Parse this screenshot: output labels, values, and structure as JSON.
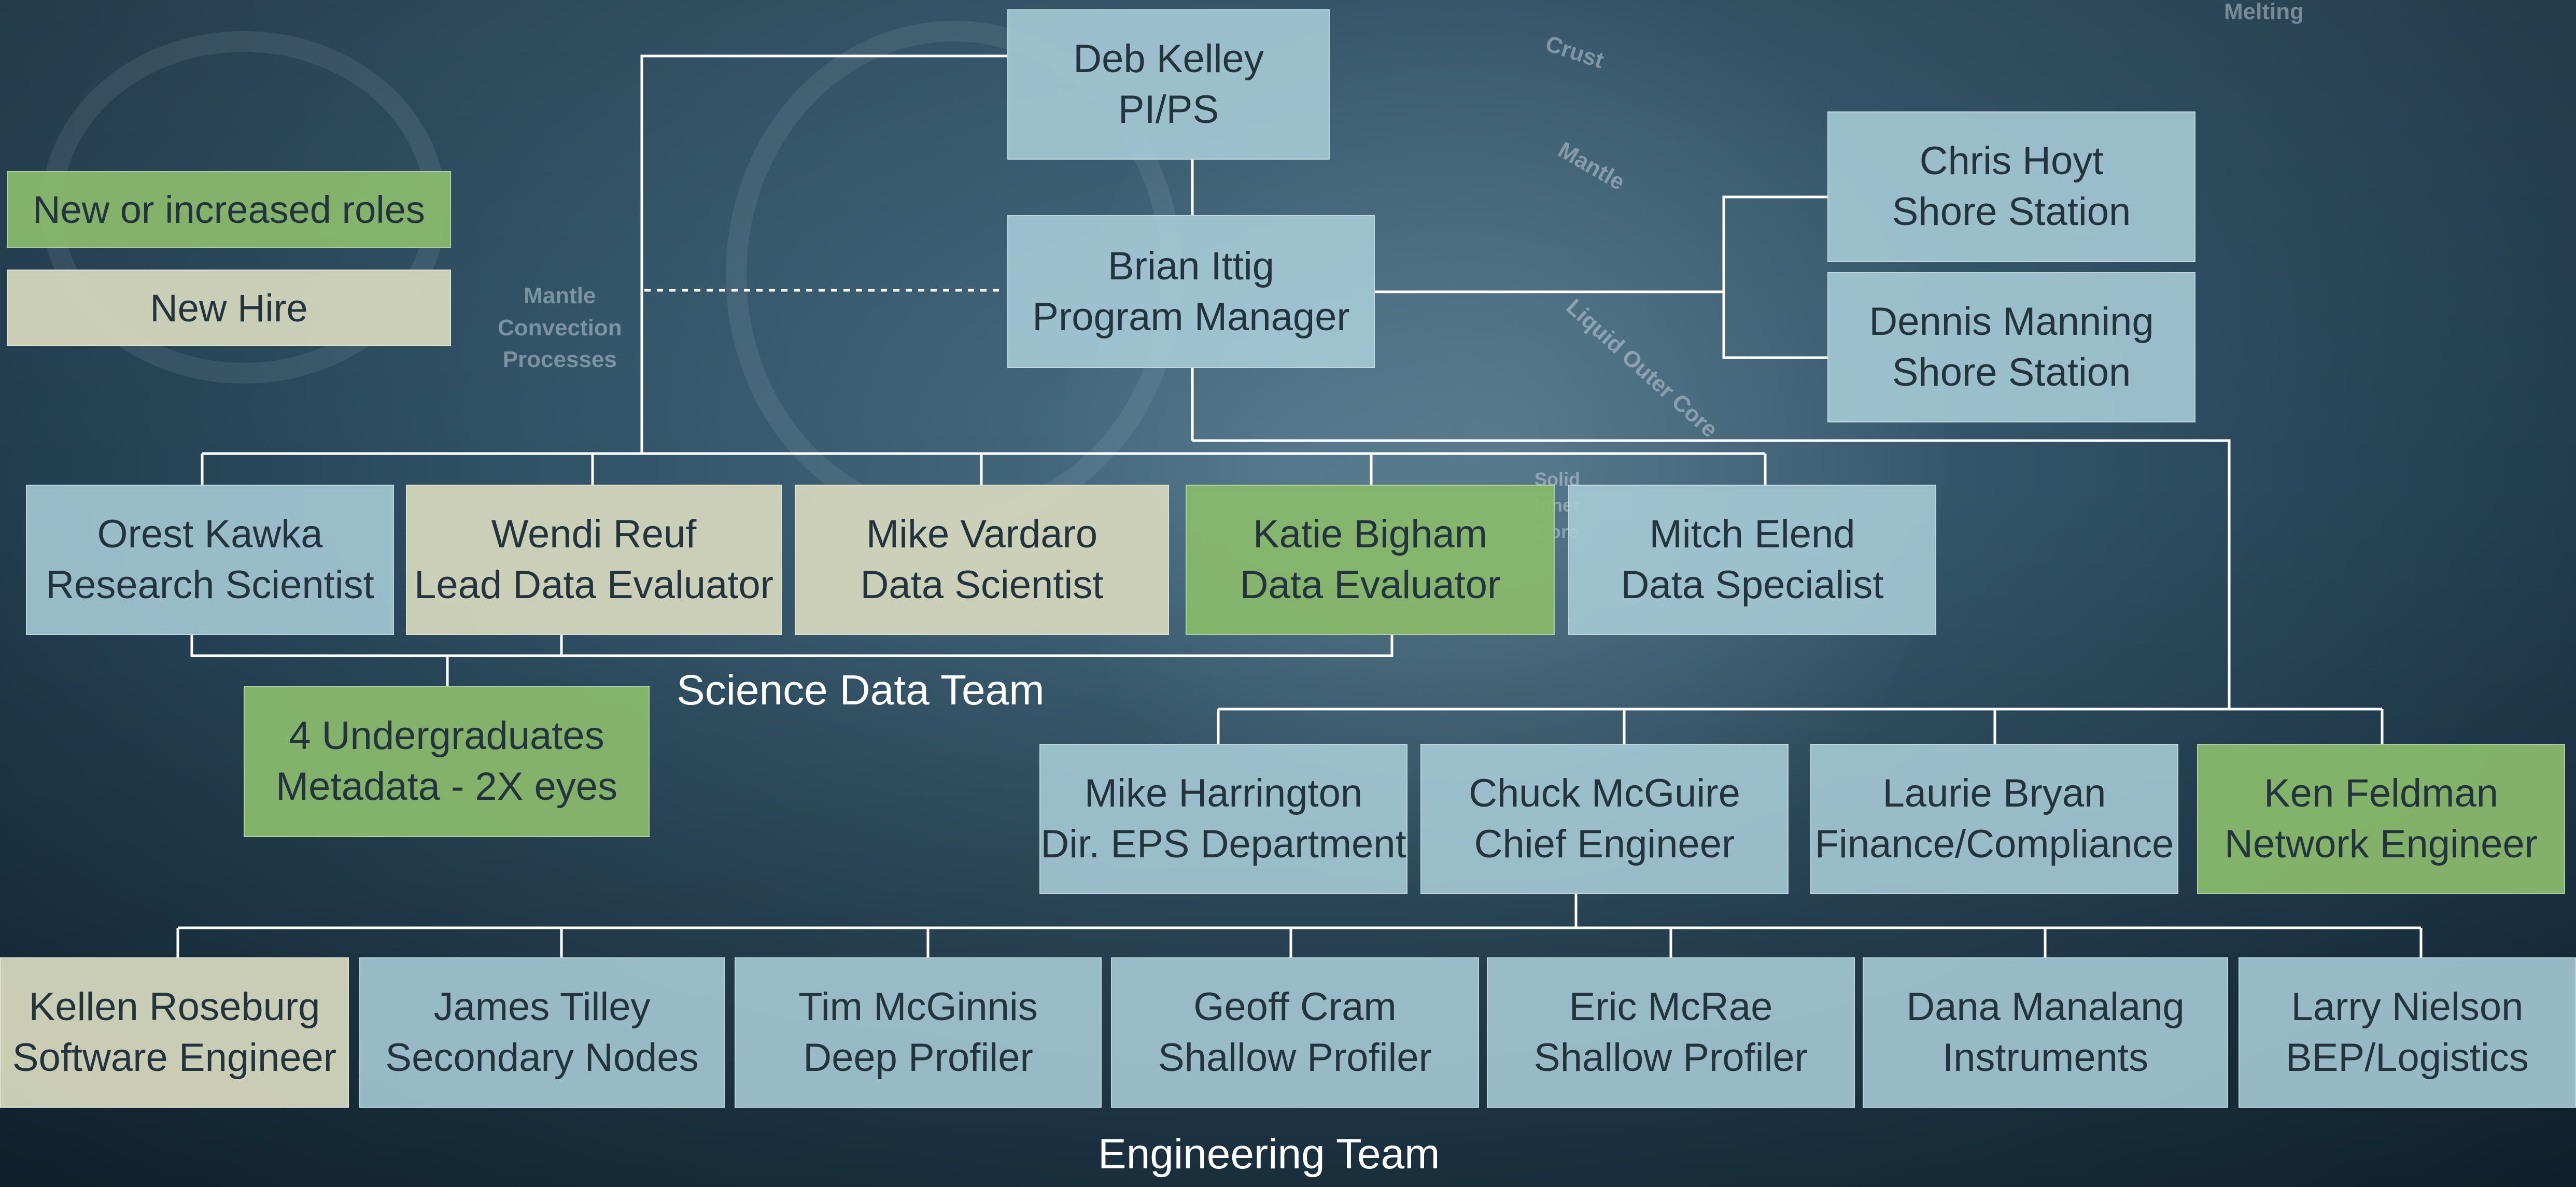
{
  "legend": {
    "new_roles": "New or increased roles",
    "new_hire": "New Hire"
  },
  "background_labels": {
    "mantle_convection": [
      "Mantle",
      "Convection",
      "Processes"
    ],
    "crust": "Crust",
    "mantle": "Mantle",
    "liquid_outer_core": "Liquid Outer Core",
    "solid_inner_core": [
      "Solid",
      "Inner",
      "Core"
    ],
    "melting": "Melting"
  },
  "teams": {
    "science": "Science Data Team",
    "engineering": "Engineering Team"
  },
  "nodes": {
    "deb": {
      "name": "Deb Kelley",
      "role": "PI/PS",
      "type": "existing"
    },
    "brian": {
      "name": "Brian Ittig",
      "role": "Program Manager",
      "type": "existing"
    },
    "chris": {
      "name": "Chris Hoyt",
      "role": "Shore Station",
      "type": "existing"
    },
    "dennis": {
      "name": "Dennis Manning",
      "role": "Shore Station",
      "type": "existing"
    },
    "orest": {
      "name": "Orest Kawka",
      "role": "Research Scientist",
      "type": "existing"
    },
    "wendi": {
      "name": "Wendi Reuf",
      "role": "Lead Data Evaluator",
      "type": "new-hire"
    },
    "mike_v": {
      "name": "Mike Vardaro",
      "role": "Data Scientist",
      "type": "new-hire"
    },
    "katie": {
      "name": "Katie Bigham",
      "role": "Data Evaluator",
      "type": "increased-role"
    },
    "mitch": {
      "name": "Mitch Elend",
      "role": "Data Specialist",
      "type": "existing"
    },
    "undergrads": {
      "name": "4 Undergraduates",
      "role": "Metadata - 2X eyes",
      "type": "increased-role"
    },
    "mike_h": {
      "name": "Mike Harrington",
      "role": "Dir. EPS Department",
      "type": "existing"
    },
    "chuck": {
      "name": "Chuck McGuire",
      "role": "Chief Engineer",
      "type": "existing"
    },
    "laurie": {
      "name": "Laurie Bryan",
      "role": "Finance/Compliance",
      "type": "existing"
    },
    "ken": {
      "name": "Ken Feldman",
      "role": "Network Engineer",
      "type": "increased-role"
    },
    "kellen": {
      "name": "Kellen Roseburg",
      "role": "Software Engineer",
      "type": "new-hire"
    },
    "james": {
      "name": "James Tilley",
      "role": "Secondary Nodes",
      "type": "existing"
    },
    "tim": {
      "name": "Tim McGinnis",
      "role": "Deep Profiler",
      "type": "existing"
    },
    "geoff": {
      "name": "Geoff Cram",
      "role": "Shallow Profiler",
      "type": "existing"
    },
    "eric": {
      "name": "Eric McRae",
      "role": "Shallow Profiler",
      "type": "existing"
    },
    "dana": {
      "name": "Dana Manalang",
      "role": "Instruments",
      "type": "existing"
    },
    "larry": {
      "name": "Larry Nielson",
      "role": "BEP/Logistics",
      "type": "existing"
    }
  },
  "colors": {
    "existing": "#aacdda",
    "increased-role": "#89b86c",
    "new-hire": "#d4d6bc",
    "connector": "#ffffff",
    "team_label": "#ffffff"
  }
}
